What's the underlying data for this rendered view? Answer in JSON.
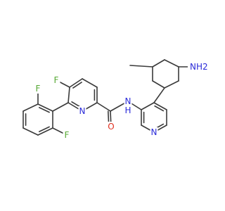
{
  "molecule": {
    "colors": {
      "bond": "#3a3a3a",
      "carbon": "#3a3a3a",
      "nitrogen": "#2a2ad8",
      "oxygen": "#e03020",
      "fluorine": "#55a833"
    },
    "atom_labels": {
      "amine": "NH2",
      "amide_nitrogen": "N",
      "amide_hydrogen": "H",
      "carbonyl_oxygen": "O",
      "pyridine_nitrogen": "N",
      "lower_pyridine_nitrogen": "N",
      "fluorine_pyridine": "F",
      "fluorine_top": "F",
      "fluorine_bottom": "F"
    }
  }
}
